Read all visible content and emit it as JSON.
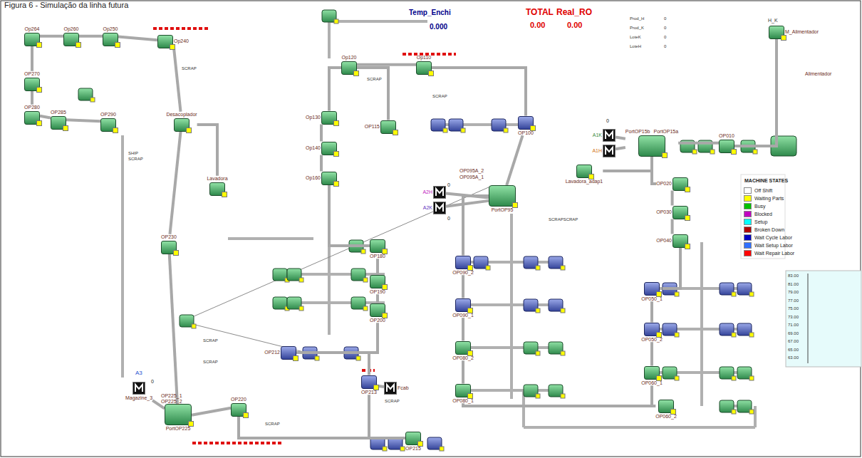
{
  "diagram": {
    "title": "Figura 6 - Simulação da linha futura",
    "nodes": [
      {
        "text": [
          "M_Alimentador"
        ]
      },
      {
        "text": [
          "OP010"
        ]
      },
      {
        "text": [
          "PortOP15b",
          "PortOP15a"
        ]
      },
      {
        "text": [
          "A1K"
        ]
      },
      {
        "text": [
          "A1H"
        ]
      },
      {
        "text": [
          "Lavadora_adap1"
        ]
      },
      {
        "text": [
          "OP020"
        ]
      },
      {
        "text": [
          "OP030"
        ]
      },
      {
        "text": [
          "OP040"
        ]
      },
      {
        "text": [
          "OP050_1"
        ]
      },
      {
        "text": [
          "OP050_2"
        ]
      },
      {
        "text": [
          "OP060_1"
        ]
      },
      {
        "text": [
          "OP060_2"
        ]
      },
      {
        "text": [
          "OP080_1"
        ]
      },
      {
        "text": [
          "OP080_2"
        ]
      },
      {
        "text": [
          "OP090_1"
        ]
      },
      {
        "text": [
          "OP090_2"
        ]
      },
      {
        "text": [
          "PortOP95"
        ]
      },
      {
        "text": [
          "A2H"
        ]
      },
      {
        "text": [
          "A2K"
        ]
      },
      {
        "text": [
          "OP100"
        ]
      },
      {
        "text": [
          "Op110"
        ]
      },
      {
        "text": [
          "Op120"
        ]
      },
      {
        "text": [
          "OP115"
        ]
      },
      {
        "text": [
          "Op130"
        ]
      },
      {
        "text": [
          "Op140"
        ]
      },
      {
        "text": [
          "Op160"
        ]
      },
      {
        "text": [
          "OP180"
        ]
      },
      {
        "text": [
          "OP190"
        ]
      },
      {
        "text": [
          "OP200"
        ]
      },
      {
        "text": [
          "OP212"
        ]
      },
      {
        "text": [
          "OP213"
        ]
      },
      {
        "text": [
          "Fcab"
        ]
      },
      {
        "text": [
          "OP215"
        ]
      },
      {
        "text": [
          "OP220"
        ]
      },
      {
        "text": [
          "PortOP225"
        ]
      },
      {
        "text": [
          "Magazine_3"
        ]
      },
      {
        "text": [
          "OP230"
        ]
      },
      {
        "text": [
          "Lavadora"
        ]
      },
      {
        "text": [
          "Desacoplador"
        ]
      },
      {
        "text": [
          "Op240"
        ]
      },
      {
        "text": [
          "Op250"
        ]
      },
      {
        "text": [
          "Op260"
        ]
      },
      {
        "text": [
          "Op264"
        ]
      },
      {
        "text": [
          "OP270"
        ]
      },
      {
        "text": [
          "OP280"
        ]
      },
      {
        "text": [
          "OP285"
        ]
      },
      {
        "text": [
          "OP290"
        ]
      }
    ],
    "edges": [
      {
        "from": 0,
        "to": 1,
        "arrow": "none"
      },
      {
        "from": 1,
        "to": 2,
        "arrow": "none"
      },
      {
        "from": 3,
        "to": 2,
        "arrow": "none"
      },
      {
        "from": 4,
        "to": 2,
        "arrow": "none"
      },
      {
        "from": 5,
        "to": 2,
        "arrow": "none"
      },
      {
        "from": 2,
        "to": 6,
        "arrow": "none"
      },
      {
        "from": 6,
        "to": 7,
        "arrow": "none"
      },
      {
        "from": 7,
        "to": 8,
        "arrow": "none"
      },
      {
        "from": 8,
        "to": 9,
        "arrow": "none"
      },
      {
        "from": 9,
        "to": 10,
        "arrow": "none"
      },
      {
        "from": 10,
        "to": 11,
        "arrow": "none"
      },
      {
        "from": 11,
        "to": 12,
        "arrow": "none"
      },
      {
        "from": 12,
        "to": 13,
        "arrow": "none"
      },
      {
        "from": 13,
        "to": 14,
        "arrow": "none"
      },
      {
        "from": 14,
        "to": 15,
        "arrow": "none"
      },
      {
        "from": 15,
        "to": 16,
        "arrow": "none"
      },
      {
        "from": 16,
        "to": 17,
        "arrow": "none"
      },
      {
        "from": 18,
        "to": 17,
        "arrow": "none"
      },
      {
        "from": 19,
        "to": 17,
        "arrow": "none"
      },
      {
        "from": 17,
        "to": 20,
        "arrow": "none"
      },
      {
        "from": 20,
        "to": 21,
        "arrow": "none"
      },
      {
        "from": 21,
        "to": 22,
        "arrow": "none"
      },
      {
        "from": 22,
        "to": 24,
        "arrow": "none"
      },
      {
        "from": 22,
        "to": 23,
        "arrow": "none"
      },
      {
        "from": 24,
        "to": 25,
        "arrow": "none"
      },
      {
        "from": 25,
        "to": 26,
        "arrow": "none"
      },
      {
        "from": 26,
        "to": 27,
        "arrow": "none"
      },
      {
        "from": 27,
        "to": 28,
        "arrow": "none"
      },
      {
        "from": 28,
        "to": 29,
        "arrow": "none"
      },
      {
        "from": 29,
        "to": 30,
        "arrow": "none"
      },
      {
        "from": 30,
        "to": 31,
        "arrow": "none"
      },
      {
        "from": 32,
        "to": 31,
        "arrow": "none"
      },
      {
        "from": 31,
        "to": 33,
        "arrow": "none"
      },
      {
        "from": 33,
        "to": 34,
        "arrow": "none"
      },
      {
        "from": 34,
        "to": 35,
        "arrow": "none"
      },
      {
        "from": 36,
        "to": 35,
        "arrow": "none"
      },
      {
        "from": 35,
        "to": 37,
        "arrow": "none"
      },
      {
        "from": 37,
        "to": 39,
        "arrow": "none"
      },
      {
        "from": 39,
        "to": 38,
        "arrow": "none"
      },
      {
        "from": 39,
        "to": 40,
        "arrow": "none"
      },
      {
        "from": 40,
        "to": 41,
        "arrow": "none"
      },
      {
        "from": 41,
        "to": 42,
        "arrow": "none"
      },
      {
        "from": 42,
        "to": 43,
        "arrow": "none"
      },
      {
        "from": 43,
        "to": 44,
        "arrow": "none"
      },
      {
        "from": 44,
        "to": 45,
        "arrow": "none"
      },
      {
        "from": 45,
        "to": 46,
        "arrow": "none"
      },
      {
        "from": 46,
        "to": 47,
        "arrow": "none"
      }
    ],
    "labels": [
      "Temp_Enchi",
      "0.000",
      "TOTAL",
      "Real_RO",
      "0.00",
      "0.00",
      "Prod_H",
      "0",
      "Prod_K",
      "0",
      "LoteK",
      "0",
      "LoteH",
      "0",
      "H_K",
      "Alimentador",
      "0",
      "0",
      "0",
      "OP095A_2",
      "OP095A_1",
      "OP225_1",
      "OP225_2",
      "A3",
      "0",
      "SCRAP",
      "SCRAP",
      "SCRAP",
      "SHIP",
      "SCRAP",
      "SCRAP",
      "SCRAP",
      "SCRAP",
      "SCRAP",
      "SCRAPSCRAP",
      "MACHINE STATES",
      "83.00",
      "81.00",
      "79.00",
      "77.00",
      "75.00",
      "73.00",
      "71.00",
      "69.00",
      "67.00",
      "65.00",
      "63.00"
    ],
    "legend": [
      {
        "text": "Off Shift",
        "color": "#ffffff"
      },
      {
        "text": "Waiting Parts",
        "color": "#ffff00"
      },
      {
        "text": "Busy",
        "color": "#00c000"
      },
      {
        "text": "Blocked",
        "color": "#c000c0"
      },
      {
        "text": "Setup",
        "color": "#00ffff"
      },
      {
        "text": "Broken Down",
        "color": "#b00000"
      },
      {
        "text": "Wait Cycle Labor",
        "color": "#0000c0"
      },
      {
        "text": "Wait Setup Labor",
        "color": "#3070ff"
      },
      {
        "text": "Wait Repair Labor",
        "color": "#ff0000"
      }
    ]
  }
}
